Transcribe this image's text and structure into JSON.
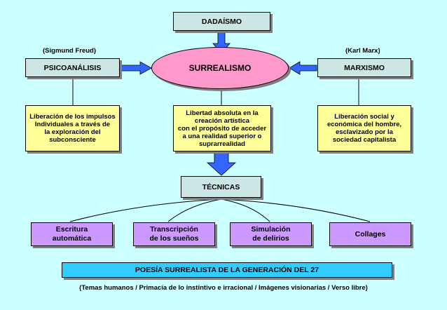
{
  "top": {
    "label": "DADAÍSMO"
  },
  "center": {
    "label": "SURREALISMO"
  },
  "left": {
    "annotation": "(Sigmund Freud)",
    "label": "PSICOANÁLISIS",
    "description": "Liberación de los impulsos\nIndividuales a través de\nla exploración del\nsubconsciente"
  },
  "right": {
    "annotation": "(Karl Marx)",
    "label": "MARXISMO",
    "description": "Liberación social y\neconómica del hombre,\nesclavizado por la\nsociedad capitalista"
  },
  "middle": {
    "description": "Libertad absoluta en la\ncreación artística\ncon el propósito de acceder\na una realidad superior o\nsuprarrealidad"
  },
  "techniques": {
    "label": "TÉCNICAS",
    "items": [
      "Escritura\nautomática",
      "Transcripción\nde los sueños",
      "Simulación\nde delirios",
      "Collages"
    ]
  },
  "footer": {
    "title": "POESÍA SURREALISTA DE LA GENERACIÓN DEL 27",
    "subtitle": "(Temas humanos / Primacía de lo instintivo e irracional / Imágenes visionarias / Verso libre)"
  },
  "colors": {
    "background": "#ccffff",
    "gray_box": "#cce5e5",
    "ellipse": "#ff99cc",
    "yellow_box": "#ffff99",
    "violet_box": "#cc99ff",
    "footer_box": "#33ccff",
    "arrow": "#3366ff"
  }
}
